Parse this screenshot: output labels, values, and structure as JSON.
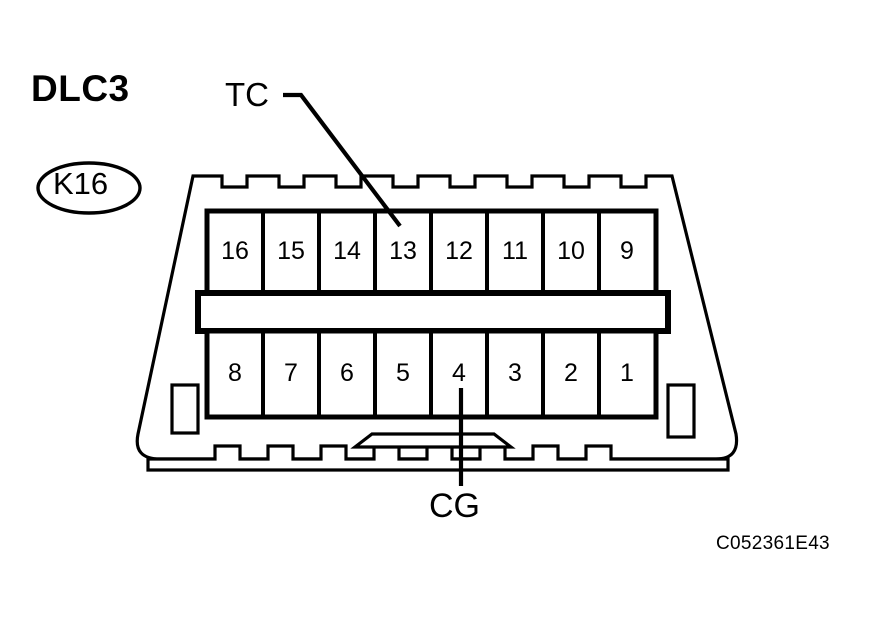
{
  "diagram": {
    "title": "DLC3",
    "connector_code": "K16",
    "part_number": "C052361E43",
    "callouts": [
      {
        "label": "TC",
        "pin": "13"
      },
      {
        "label": "CG",
        "pin": "4"
      }
    ],
    "pins": {
      "top_row": [
        "16",
        "15",
        "14",
        "13",
        "12",
        "11",
        "10",
        "9"
      ],
      "bottom_row": [
        "8",
        "7",
        "6",
        "5",
        "4",
        "3",
        "2",
        "1"
      ]
    },
    "colors": {
      "ink": "#000000",
      "background": "#ffffff"
    }
  }
}
